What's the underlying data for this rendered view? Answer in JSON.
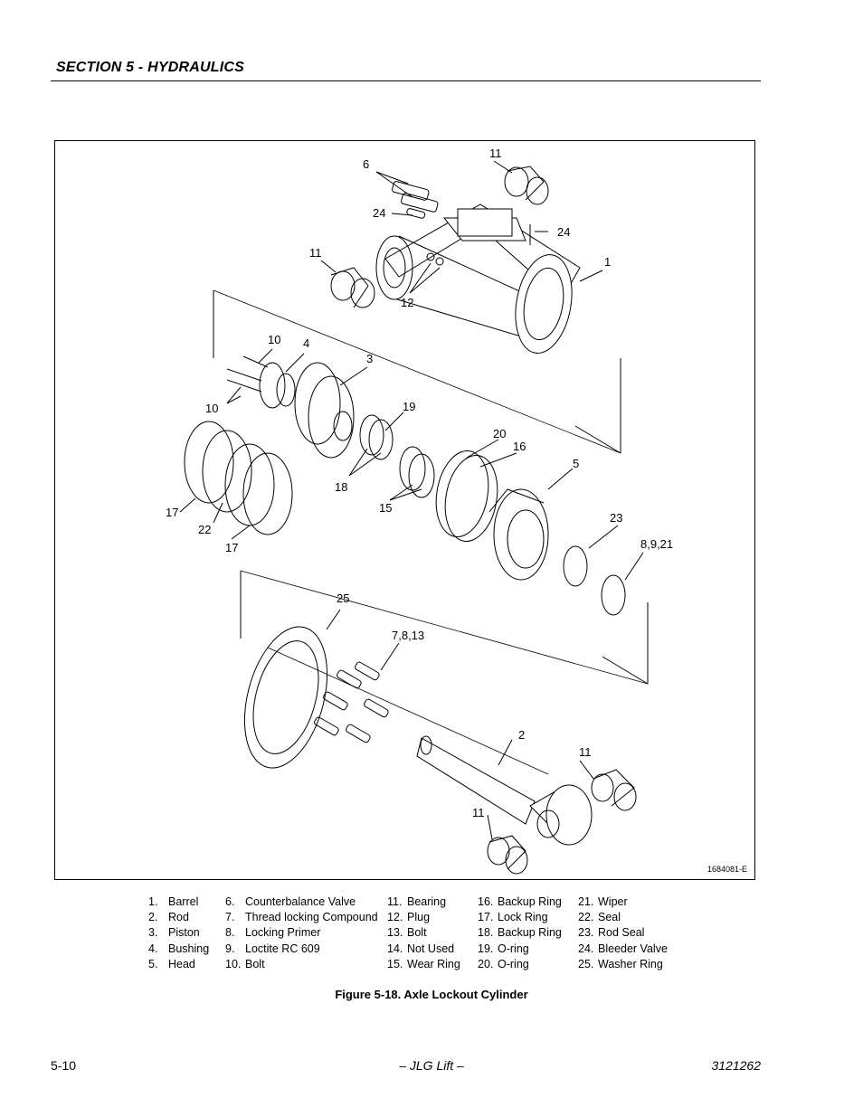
{
  "header": {
    "section_title": "SECTION 5 - HYDRAULICS"
  },
  "figure": {
    "drawing_id": "1684081-E",
    "caption": "Figure 5-18.  Axle Lockout Cylinder",
    "callouts": {
      "c6": "6",
      "c11a": "11",
      "c24a": "24",
      "c24b": "24",
      "c11b": "11",
      "c1": "1",
      "c12": "12",
      "c10a": "10",
      "c4": "4",
      "c3": "3",
      "c10b": "10",
      "c19": "19",
      "c20": "20",
      "c16": "16",
      "c5": "5",
      "c18": "18",
      "c15": "15",
      "c17a": "17",
      "c22": "22",
      "c17b": "17",
      "c23": "23",
      "c8921": "8,9,21",
      "c25": "25",
      "c7813": "7,8,13",
      "c2": "2",
      "c11c": "11",
      "c11d": "11"
    }
  },
  "legend": [
    [
      "1.",
      "Barrel"
    ],
    [
      "2.",
      "Rod"
    ],
    [
      "3.",
      "Piston"
    ],
    [
      "4.",
      "Bushing"
    ],
    [
      "5.",
      "Head"
    ],
    [
      "6.",
      "Counterbalance Valve"
    ],
    [
      "7.",
      "Thread locking Compound"
    ],
    [
      "8.",
      "Locking Primer"
    ],
    [
      "9.",
      "Loctite RC 609"
    ],
    [
      "10.",
      "Bolt"
    ],
    [
      "11.",
      "Bearing"
    ],
    [
      "12.",
      "Plug"
    ],
    [
      "13.",
      "Bolt"
    ],
    [
      "14.",
      "Not Used"
    ],
    [
      "15.",
      "Wear Ring"
    ],
    [
      "16.",
      "Backup Ring"
    ],
    [
      "17.",
      "Lock Ring"
    ],
    [
      "18.",
      "Backup Ring"
    ],
    [
      "19.",
      "O-ring"
    ],
    [
      "20.",
      "O-ring"
    ],
    [
      "21.",
      "Wiper"
    ],
    [
      "22.",
      "Seal"
    ],
    [
      "23.",
      "Rod Seal"
    ],
    [
      "24.",
      "Bleeder Valve"
    ],
    [
      "25.",
      "Washer Ring"
    ]
  ],
  "footer": {
    "page_number": "5-10",
    "center": "– JLG Lift –",
    "doc_number": "3121262"
  }
}
